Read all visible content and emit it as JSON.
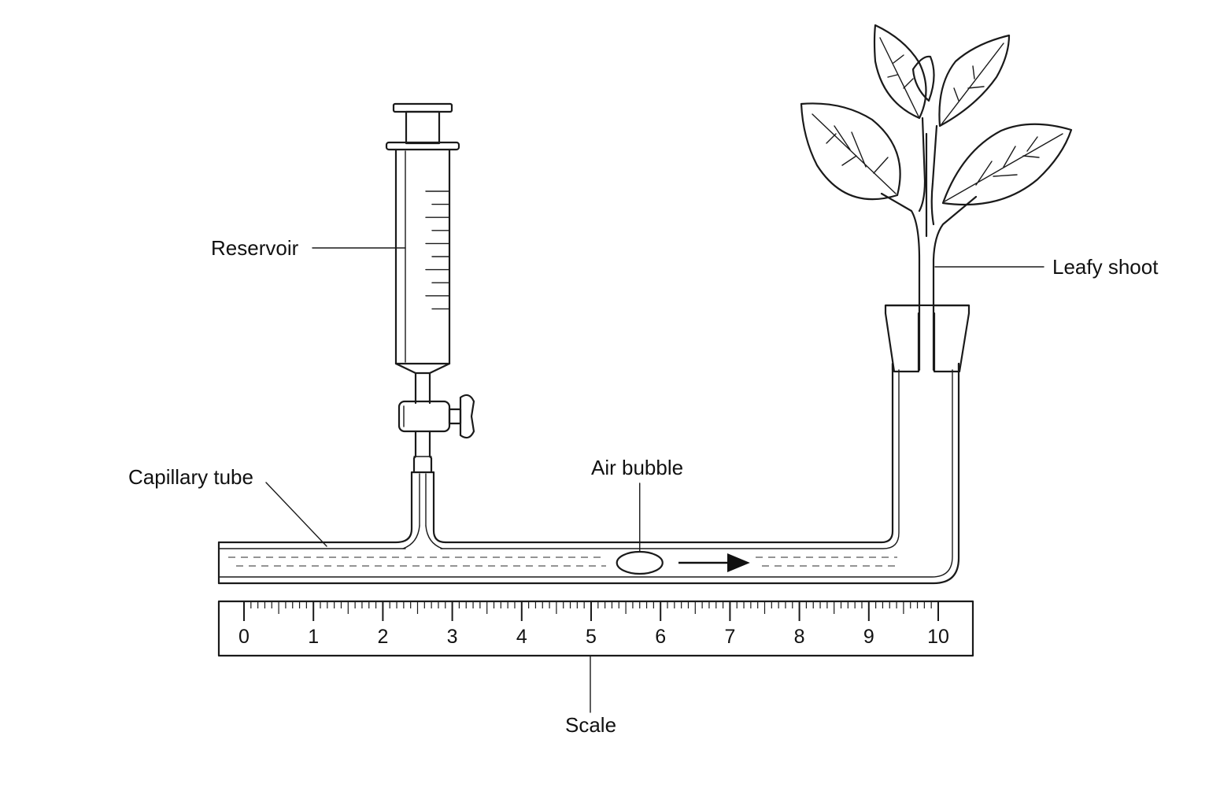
{
  "labels": {
    "reservoir": "Reservoir",
    "capillary_tube": "Capillary tube",
    "air_bubble": "Air bubble",
    "leafy_shoot": "Leafy shoot",
    "scale": "Scale"
  },
  "scale": {
    "min": 0,
    "max": 10,
    "minor_divisions_per_unit": 10,
    "tick_labels": [
      "0",
      "1",
      "2",
      "3",
      "4",
      "5",
      "6",
      "7",
      "8",
      "9",
      "10"
    ]
  },
  "bubble_position_on_scale": 5.7,
  "flow_direction": "right",
  "colors": {
    "line": "#1a1a1a",
    "background": "#ffffff",
    "stopper_hatch": "#333333"
  }
}
